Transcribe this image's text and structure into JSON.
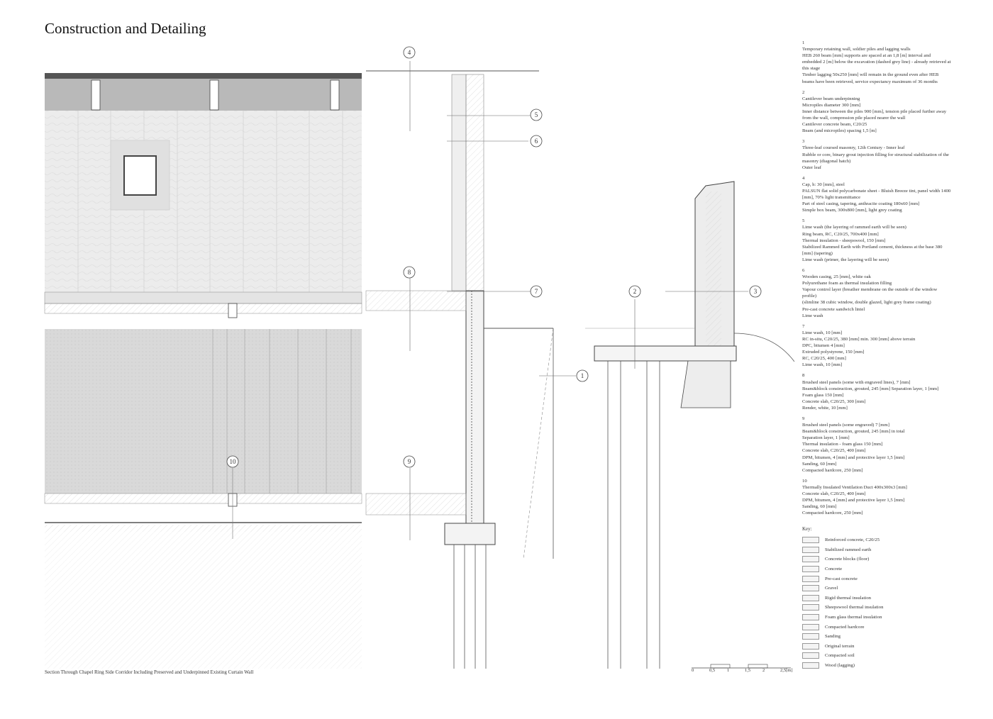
{
  "title": "Construction and Detailing",
  "caption": "Section Through Chapel Ring Side Corridor Including Preserved and Underpinned Existing Curtain Wall",
  "callouts": [
    "1",
    "2",
    "3",
    "4",
    "5",
    "6",
    "7",
    "8",
    "9",
    "10"
  ],
  "notes": [
    {
      "num": "1",
      "lines": [
        "Temporary retaining wall, soldier piles and lagging walls",
        "HEB 260 beam [mm] supports are spaced at an 1,8 [m] interval and embedded 2 [m] below the excavation (dashed grey line) - already retrieved at this stage",
        "Timber lagging 50x250 [mm] will remain in the ground even after HEB beams have been retrieved, service expectancy maximum of 36 months"
      ]
    },
    {
      "num": "2",
      "lines": [
        "Cantilever beam underpinning",
        "Micropiles diameter 300 [mm]",
        "Inner distance between the piles 900 [mm], tension pile placed further away from the wall, compression pile placed nearer the wall",
        "Cantilever concrete beam, C20/25",
        "Beam (and micropiles) spacing 1,5 [m]"
      ]
    },
    {
      "num": "3",
      "lines": [
        "Three-leaf coursed masonry, 12th Century - Inner leaf",
        "Rubble or core, binary grout injection filling for structural stabilization of the masonry (diagonal hatch)",
        "Outer leaf"
      ]
    },
    {
      "num": "4",
      "lines": [
        "Cap, h: 30 [mm], steel",
        "PALSUN flat solid polycarbonate sheet - Bluish Breeze tint, panel width 1400 [mm], 70% light transmittance",
        "Part of steel casing, tapering, anthracite coating 180x60 [mm]",
        "Simple box beam, 300x800 [mm], light grey coating"
      ]
    },
    {
      "num": "5",
      "lines": [
        "Lime wash (the layering of rammed earth will be seen)",
        "Ring beam, RC, C20/25, 700x400 [mm]",
        "Thermal insulation - sheepswool, 150 [mm]",
        "Stabilized Rammed Earth with Portland cement, thickness at the base 380 [mm] (tapering)",
        "Lime wash (primer, the layering will be seen)"
      ]
    },
    {
      "num": "6",
      "lines": [
        "Wooden casing, 25 [mm], white oak",
        "Polyurethane foam as thermal insulation filling",
        "Vapour control layer (breather membrane on the outside of the window profile)",
        "(slimline 38 cubic window, double glazed, light grey frame coating)",
        "Pre-cast concrete sandwich lintel",
        "Lime wash"
      ]
    },
    {
      "num": "7",
      "lines": [
        "Lime wash, 10 [mm]",
        "RC in-situ, C20/25, 380 [mm] min. 300 [mm] above terrain",
        "DPC, bitumen 4 [mm]",
        "Extruded polystyrene, 150 [mm]",
        "RC, C20/25, 400 [mm]",
        "Lime wash, 10 [mm]"
      ]
    },
    {
      "num": "8",
      "lines": [
        "Brushed steel panels (some with engraved lines), 7 [mm]",
        "Beam&block construction, grouted, 245 [mm] Separation layer, 1 [mm]",
        "Foam glass 150 [mm]",
        "Concrete slab, C20/25, 300 [mm]",
        "Render, white, 10 [mm]"
      ]
    },
    {
      "num": "9",
      "lines": [
        "Brushed steel panels (some engraved) 7 [mm]",
        "Beam&block construction, grouted, 245 [mm] in total",
        "Separation layer, 1 [mm]",
        "Thermal insulation - foam glass 150 [mm]",
        "Concrete slab, C20/25, 400 [mm]",
        "DPM, bitumen, 4 [mm] and protective layer 1,5 [mm]",
        "Sanding, 60 [mm]",
        "Compacted hardcore, 250 [mm]"
      ]
    },
    {
      "num": "10",
      "lines": [
        "Thermally Insulated Ventilation Duct 400x300x3 [mm]",
        "Concrete slab, C20/25, 400 [mm]",
        "DPM, bitumen, 4 [mm] and protective layer 1,5 [mm]",
        "Sanding, 60 [mm]",
        "Compacted hardcore, 250 [mm]"
      ]
    }
  ],
  "key": {
    "title": "Key:",
    "items": [
      "Reinforced concrete, C20/25",
      "Stabilized rammed earth",
      "Concrete blocks (floor)",
      "Concrete",
      "Pre-cast concrete",
      "Gravel",
      "Rigid thermal insulation",
      "Sheepswool thermal insulation",
      "Foam glass thermal insulation",
      "Compacted hardcore",
      "Sanding",
      "Original terrain",
      "Compacted soil",
      "Wood (lagging)"
    ]
  },
  "scale_bar": {
    "ticks": [
      "0",
      "0,5",
      "1",
      "1,5",
      "2",
      "2,5[m]"
    ]
  }
}
